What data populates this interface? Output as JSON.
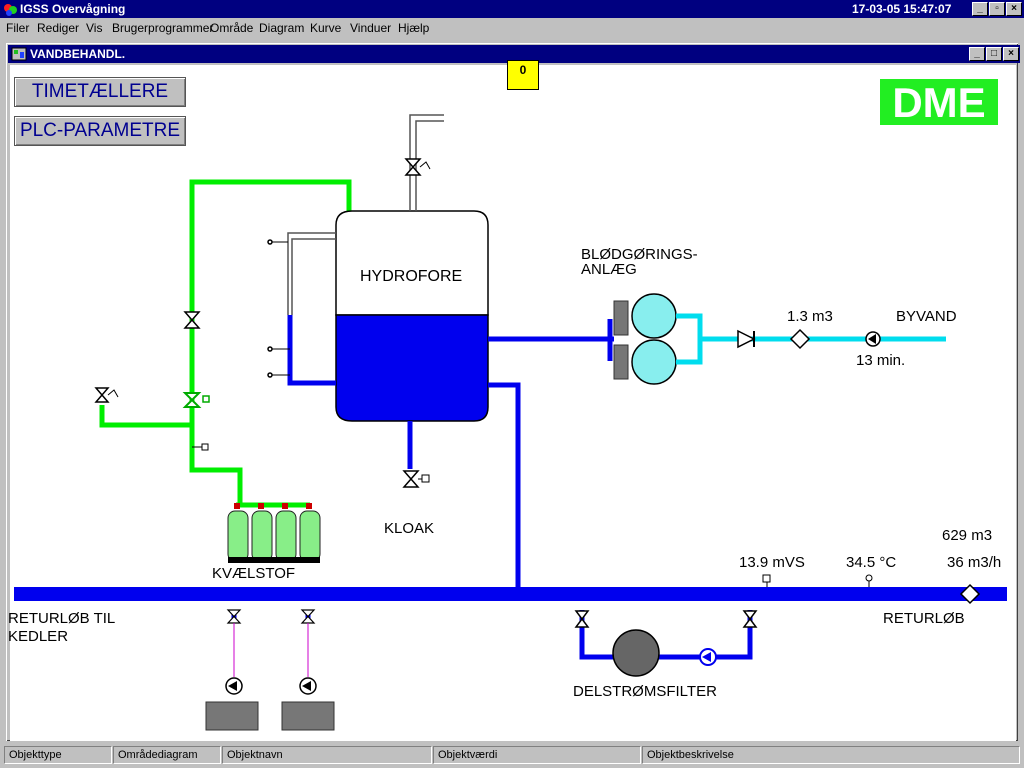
{
  "window": {
    "title": "IGSS Overvågning",
    "datetime": "17-03-05  15:47:07",
    "controls": {
      "minimize": "_",
      "restore": "▫",
      "close": "×"
    }
  },
  "menu": [
    "Filer",
    "Rediger",
    "Vis",
    "Brugerprogrammer",
    "Område",
    "Diagram",
    "Kurve",
    "Vinduer",
    "Hjælp"
  ],
  "child": {
    "title": "VANDBEHANDL.",
    "controls": {
      "minimize": "_",
      "restore": "□",
      "close": "×"
    }
  },
  "alarm_count": "0",
  "buttons": {
    "timetaellere": "TIMETÆLLERE",
    "plc": "PLC-PARAMETRE"
  },
  "logo_text": "DME",
  "labels": {
    "hydrofore": "HYDROFORE",
    "kloak": "KLOAK",
    "kvaelstof": "KVÆLSTOF",
    "blod1": "BLØDGØRINGS-",
    "blod2": "ANLÆG",
    "byvand": "BYVAND",
    "retur_kedler1": "RETURLØB TIL",
    "retur_kedler2": "KEDLER",
    "returlob": "RETURLØB",
    "delstrom": "DELSTRØMSFILTER"
  },
  "values": {
    "byvand_volume": "1.3 m3",
    "byvand_time": "13 min.",
    "pressure": "13.9 mVS",
    "temperature": "34.5 °C",
    "retur_volume": "629 m3",
    "retur_flow": "36 m3/h"
  },
  "status_bar": [
    "Objekttype",
    "Områdediagram",
    "Objektnavn",
    "Objektværdi",
    "Objektbeskrivelse"
  ],
  "colors": {
    "water": "#0000ee",
    "nitrogen": "#00ee00",
    "city_water": "#00ddee",
    "logo": "#22ee22",
    "alarm": "#ffff00"
  }
}
